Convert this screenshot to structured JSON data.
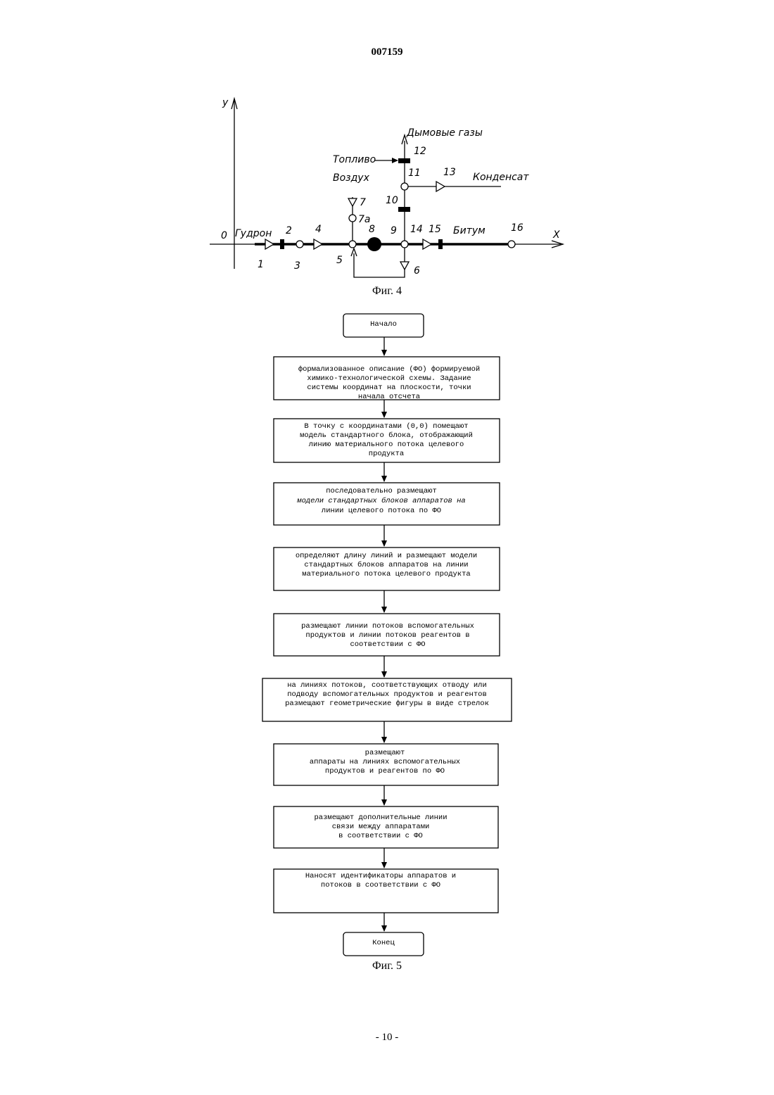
{
  "header": {
    "doc_number": "007159"
  },
  "fig4": {
    "caption": "Фиг. 4",
    "axis_y": "y",
    "axis_x": "X",
    "origin": "0",
    "labels": {
      "gudron": "Гудрон",
      "bitum": "Битум",
      "vozduh": "Воздух",
      "toplivo": "Топливо",
      "dymovye": "Дымовые газы",
      "kondensat": "Конденсат"
    },
    "numbers": {
      "n1": "1",
      "n2": "2",
      "n3": "3",
      "n4": "4",
      "n5": "5",
      "n6": "6",
      "n7": "7",
      "n7a": "7а",
      "n8": "8",
      "n9": "9",
      "n10": "10",
      "n11": "11",
      "n12": "12",
      "n13": "13",
      "n14": "14",
      "n15": "15",
      "n16": "16"
    }
  },
  "fig5": {
    "caption": "Фиг. 5",
    "start": "Начало",
    "end": "Конец",
    "steps": [
      [
        "формализованное описание (ФО) формируемой",
        "химико-технологической схемы. Задание",
        "системы координат на плоскости, точки",
        "начала отсчета"
      ],
      [
        "В точку с координатами (0,0) помещают",
        "модель стандартного блока, отображающий",
        "линию материального потока целевого",
        "продукта"
      ],
      [
        "последовательно размещают",
        "модели стандартных блоков аппаратов на",
        "линии целевого потока по ФО"
      ],
      [
        "определяют длину линий и размещают модели",
        "стандартных блоков аппаратов на линии",
        "материального потока целевого продукта"
      ],
      [
        "размещают линии потоков вспомогательных",
        "продуктов и линии потоков реагентов  в",
        "соответствии с ФО"
      ],
      [
        "на линиях потоков, соответствующих отводу или",
        "подводу вспомогательных продуктов и реагентов",
        "размещают геометрические фигуры в виде стрелок"
      ],
      [
        "размещают",
        "аппараты на линиях вспомогательных",
        "продуктов и реагентов по ФО"
      ],
      [
        "размещают дополнительные линии",
        "связи между аппаратами",
        "в соответствии с ФО"
      ],
      [
        "Наносят идентификаторы аппаратов и",
        "потоков в соответствии с ФО"
      ]
    ]
  },
  "footer": {
    "page": "- 10 -"
  }
}
